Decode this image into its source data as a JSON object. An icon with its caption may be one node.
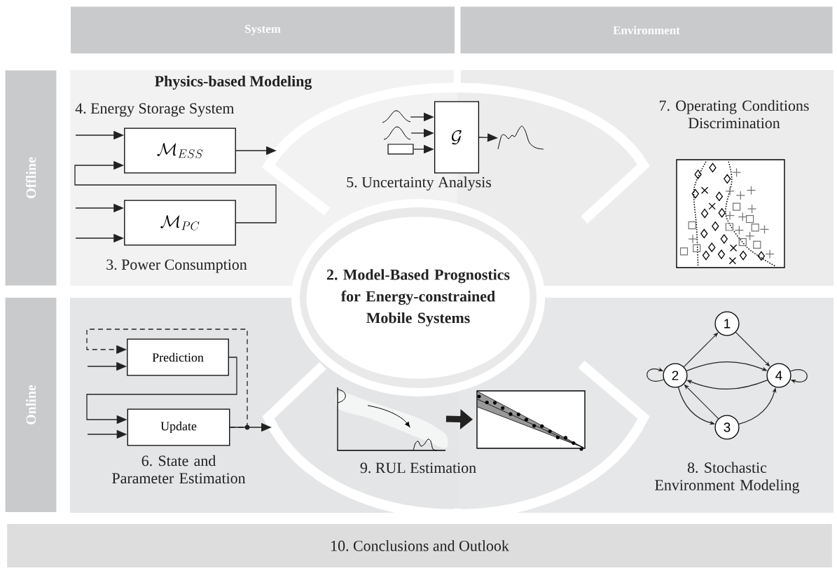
{
  "diagram": {
    "nodes": [
      {
        "text": [
          "System"
        ]
      },
      {
        "text": [
          "Environment"
        ]
      },
      {
        "text": [
          "Offline"
        ]
      },
      {
        "text": [
          "Online"
        ]
      },
      {
        "text": [
          "2. Model-Based Prognostics for Energy-constrained Mobile Systems"
        ]
      },
      {
        "text": [
          "\\mathcal{M}_{ESS}"
        ]
      },
      {
        "text": [
          "\\mathcal{M}_{PC}"
        ]
      },
      {
        "text": [],
        "shape": "picture"
      },
      {
        "text": [],
        "shape": "picture"
      },
      {
        "text": [],
        "shape": "box"
      },
      {
        "text": [
          "\\mathcal{G}"
        ]
      },
      {
        "text": [],
        "shape": "picture"
      },
      {
        "text": [
          "Prediction"
        ]
      },
      {
        "text": [
          "Update"
        ]
      },
      {
        "text": [],
        "shape": "picture"
      },
      {
        "text": [],
        "shape": "picture"
      },
      {
        "text": [
          "1"
        ]
      },
      {
        "text": [
          "2"
        ]
      },
      {
        "text": [
          "3"
        ]
      },
      {
        "text": [
          "4"
        ]
      },
      {
        "text": [
          "10. Conclusions and Outlook"
        ]
      }
    ],
    "edges": [
      {
        "from": null,
        "to": 5,
        "arrow": "to"
      },
      {
        "from": 6,
        "to": 5,
        "arrow": "to"
      },
      {
        "from": 5,
        "to": null,
        "arrow": "to"
      },
      {
        "from": null,
        "to": 6,
        "arrow": "to"
      },
      {
        "from": null,
        "to": 6,
        "arrow": "to"
      },
      {
        "from": 7,
        "to": 10,
        "arrow": "to"
      },
      {
        "from": 8,
        "to": 10,
        "arrow": "to"
      },
      {
        "from": 9,
        "to": 10,
        "arrow": "to"
      },
      {
        "from": 10,
        "to": 11,
        "arrow": "to"
      },
      {
        "from": 13,
        "to": 12,
        "arrow": "to",
        "style": "dashed"
      },
      {
        "from": null,
        "to": 12,
        "arrow": "to"
      },
      {
        "from": 12,
        "to": 13,
        "arrow": "to"
      },
      {
        "from": null,
        "to": 13,
        "arrow": "to"
      },
      {
        "from": 13,
        "to": null,
        "arrow": "to"
      },
      {
        "from": 14,
        "to": 15,
        "arrow": "to",
        "style": "thick"
      },
      {
        "from": 17,
        "to": 16,
        "arrow": "to"
      },
      {
        "from": 16,
        "to": 19,
        "arrow": "to"
      },
      {
        "from": 17,
        "to": 19,
        "arrow": "to"
      },
      {
        "from": 19,
        "to": 17,
        "arrow": "to"
      },
      {
        "from": 17,
        "to": 17,
        "arrow": "to"
      },
      {
        "from": 19,
        "to": 19,
        "arrow": "to"
      },
      {
        "from": 17,
        "to": 18,
        "arrow": "to"
      },
      {
        "from": 18,
        "to": 17,
        "arrow": "to"
      },
      {
        "from": 18,
        "to": 19,
        "arrow": "to"
      }
    ],
    "labels": [
      "Physics-based Modeling",
      "4. Energy Storage System",
      "7. Operating Conditions Discrimination",
      "5. Uncertainty Analysis",
      "3. Power Consumption",
      "6. State and Parameter Estimation",
      "9. RUL Estimation",
      "8. Stochastic Environment Modeling"
    ]
  }
}
